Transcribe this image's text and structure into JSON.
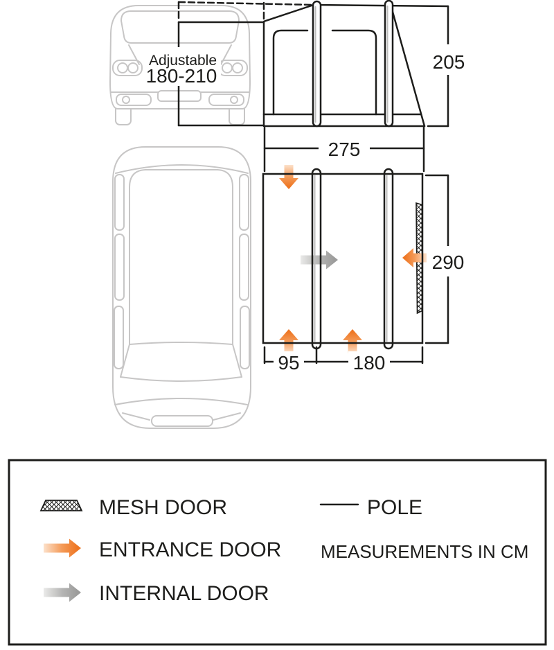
{
  "diagram": {
    "front_view": {
      "adjustable_label": "Adjustable",
      "adjustable_range": "180-210"
    },
    "side_view": {
      "height": "205"
    },
    "plan_view": {
      "width": "275",
      "depth": "290",
      "front_section": "95",
      "main_section": "180"
    }
  },
  "legend": {
    "mesh_door": "MESH DOOR",
    "entrance_door": "ENTRANCE DOOR",
    "internal_door": "INTERNAL DOOR",
    "pole": "POLE",
    "units": "MEASUREMENTS IN CM"
  },
  "colors": {
    "outline": "#1d1d1b",
    "vehicle_outline": "#c7c6c6",
    "entrance_orange": "#ee7623",
    "internal_grey": "#9c9c9b"
  }
}
